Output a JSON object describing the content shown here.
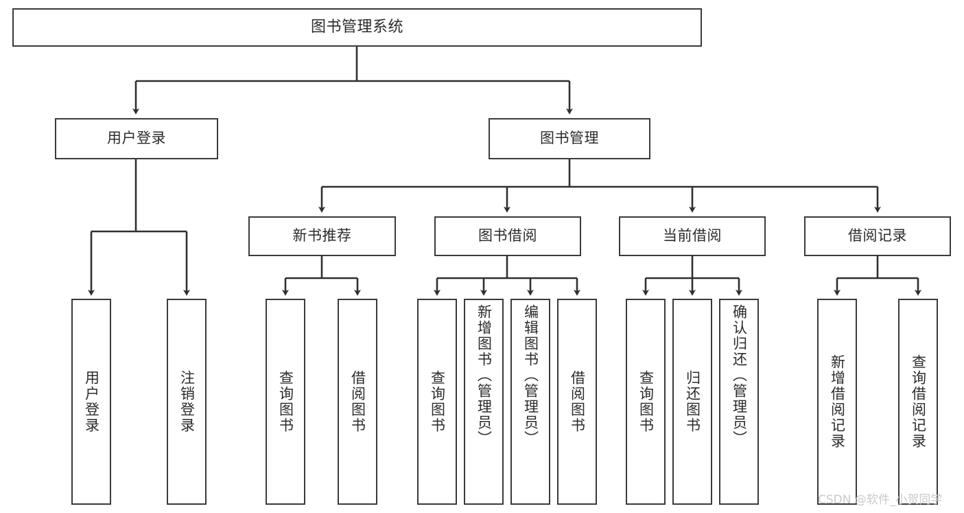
{
  "diagram": {
    "title": "图书管理系统",
    "type": "tree",
    "colors": {
      "background": "#ffffff",
      "box_border": "#3a3a3a",
      "box_fill": "#ffffff",
      "text": "#2b2b2b",
      "edge": "#2f2f2f",
      "watermark": "#c9c9c9"
    },
    "root": {
      "label": "图书管理系统"
    },
    "level2": [
      {
        "label": "用户登录"
      },
      {
        "label": "图书管理"
      }
    ],
    "level3": [
      {
        "label": "新书推荐"
      },
      {
        "label": "图书借阅"
      },
      {
        "label": "当前借阅"
      },
      {
        "label": "借阅记录"
      }
    ],
    "leaves": {
      "user_login": [
        {
          "label": "用户登录"
        },
        {
          "label": "注销登录"
        }
      ],
      "new_book_recommend": [
        {
          "label": "查询图书"
        },
        {
          "label": "借阅图书"
        }
      ],
      "book_borrow": [
        {
          "label": "查询图书"
        },
        {
          "label": "新增图书（管理员）"
        },
        {
          "label": "编辑图书（管理员）"
        },
        {
          "label": "借阅图书"
        }
      ],
      "current_borrow": [
        {
          "label": "查询图书"
        },
        {
          "label": "归还图书"
        },
        {
          "label": "确认归还（管理员）"
        }
      ],
      "borrow_record": [
        {
          "label": "新增借阅记录"
        },
        {
          "label": "查询借阅记录"
        }
      ]
    }
  },
  "watermark": {
    "text": "CSDN @软件_小贺同学"
  }
}
